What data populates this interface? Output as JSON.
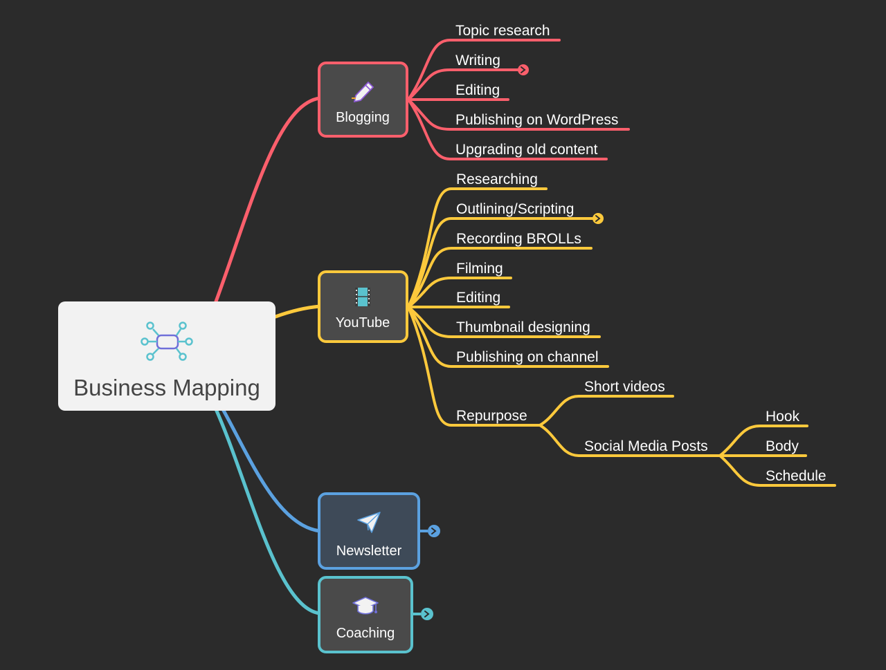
{
  "root": {
    "label": "Business Mapping",
    "icon": "mindmap-icon"
  },
  "colors": {
    "background": "#2b2b2b",
    "blogging": "#fb5f6c",
    "youtube": "#fdc93c",
    "newsletter": "#5ba1e0",
    "coaching": "#5ac2ce",
    "root_icon": "#5ac2ce",
    "root_icon_accent": "#6f6fd9"
  },
  "branches": {
    "blogging": {
      "label": "Blogging",
      "icon": "pencil-icon",
      "children": [
        "Topic research",
        "Writing",
        "Editing",
        "Publishing on WordPress",
        "Upgrading old content"
      ]
    },
    "youtube": {
      "label": "YouTube",
      "icon": "film-icon",
      "children": [
        "Researching",
        "Outlining/Scripting",
        "Recording BROLLs",
        "Filming",
        "Editing",
        "Thumbnail designing",
        "Publishing on channel"
      ],
      "repurpose": {
        "label": "Repurpose",
        "children": {
          "short_videos": "Short videos",
          "social_media_posts": {
            "label": "Social Media Posts",
            "children": [
              "Hook",
              "Body",
              "Schedule"
            ]
          }
        }
      }
    },
    "newsletter": {
      "label": "Newsletter",
      "icon": "paper-plane-icon"
    },
    "coaching": {
      "label": "Coaching",
      "icon": "graduation-cap-icon"
    }
  }
}
